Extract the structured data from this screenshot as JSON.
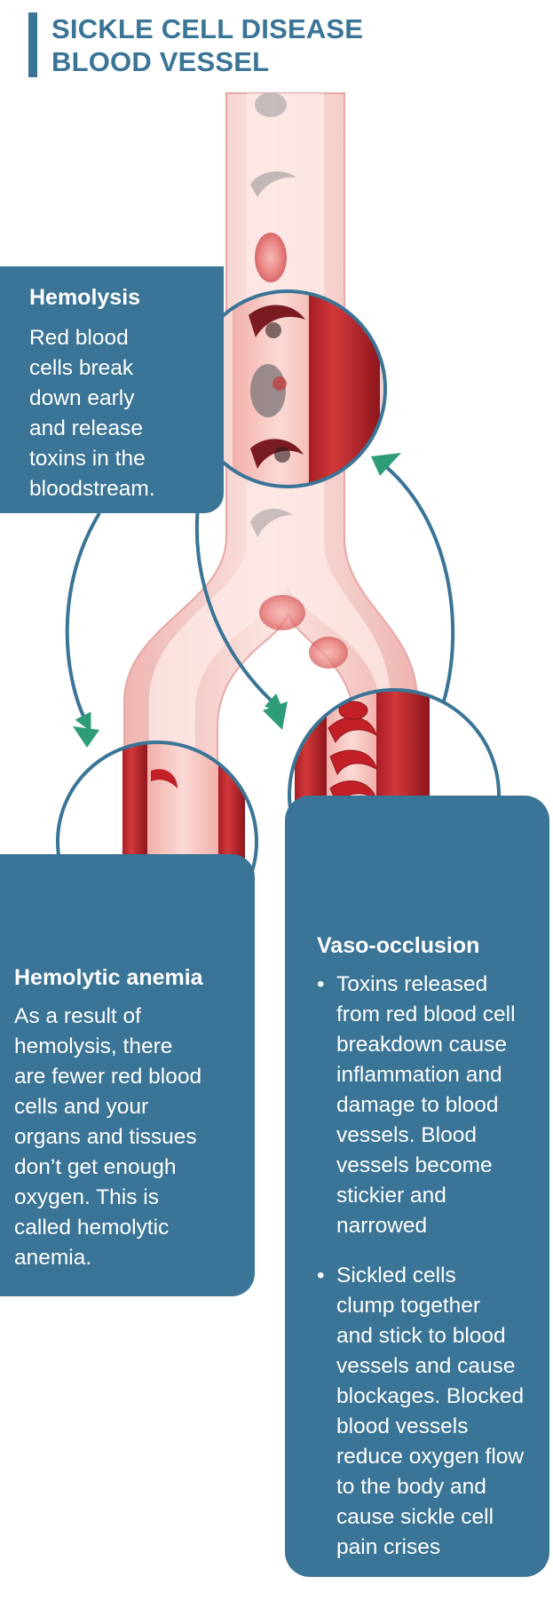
{
  "title": {
    "line1": "SICKLE CELL DISEASE",
    "line2": "BLOOD VESSEL"
  },
  "hemolysis": {
    "heading": "Hemolysis",
    "lines": [
      "Red blood",
      "cells break",
      "down early",
      "and release",
      "toxins in the",
      "bloodstream."
    ]
  },
  "hemolytic_anemia": {
    "heading": "Hemolytic anemia",
    "lines": [
      "As a result of",
      "hemolysis, there",
      "are fewer red blood",
      "cells and your",
      "organs and tissues",
      "don’t get enough",
      "oxygen. This is",
      "called hemolytic",
      "anemia."
    ]
  },
  "vaso_occlusion": {
    "heading": "Vaso-occlusion",
    "bullets": [
      {
        "lines": [
          "Toxins released",
          "from red blood cell",
          "breakdown cause",
          "inflammation and",
          "damage to blood",
          "vessels. Blood",
          "vessels become",
          "stickier and",
          "narrowed"
        ]
      },
      {
        "lines": [
          "Sickled cells",
          "clump together",
          "and stick to blood",
          "vessels and cause",
          "blockages. Blocked",
          "blood vessels",
          "reduce oxygen flow",
          "to the body and",
          "cause sickle cell",
          "pain crises"
        ]
      }
    ]
  },
  "colors": {
    "brand_blue": "#3a7496",
    "arrow_green": "#2e9c78",
    "vessel_pink": "#f3c9c5",
    "blood_red": "#c0282c"
  },
  "icons": [
    "blood-vessel-illustration",
    "magnifier-circle-icon",
    "cycle-arrow-icon",
    "sickle-cell-icon"
  ]
}
